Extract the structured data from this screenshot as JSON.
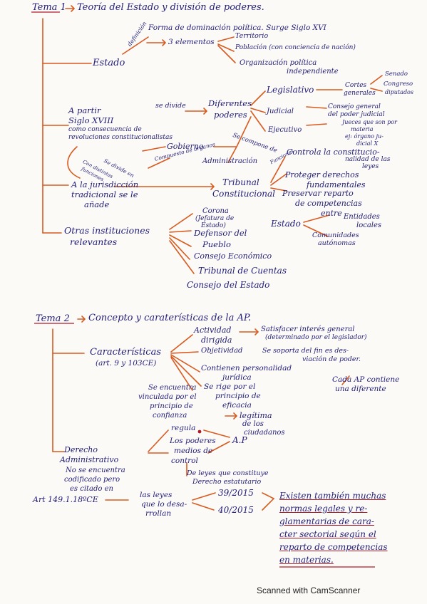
{
  "tema1": {
    "heading": "Tema 1",
    "title": "Teoría del Estado y división de poderes.",
    "estado": {
      "label": "Estado",
      "definicion": "definición",
      "forma": "Forma de dominación política. Surge Siglo XVI",
      "tres_elementos": "3 elementos",
      "territorio": "Territorio",
      "poblacion": "Población (con conciencia de nación)",
      "organizacion_1": "Organización política",
      "organizacion_2": "independiente"
    },
    "siglo": {
      "l1": "A partir",
      "l2": "Siglo XVIII",
      "l3": "como consecuencia de",
      "l4": "revoluciones constitucionalistas",
      "se_divide": "se divide",
      "diferentes_1": "Diferentes",
      "diferentes_2": "poderes"
    },
    "poderes": {
      "legislativo": "Legislativo",
      "judicial": "Judicial",
      "ejecutivo": "Ejecutivo",
      "cortes_1": "Cortes",
      "cortes_2": "generales",
      "senado": "Senado",
      "congreso": "Congreso",
      "diputados": "diputados",
      "consejo_1": "Consejo general",
      "consejo_2": "del poder judicial",
      "jueces_1": "Jueces que son por",
      "jueces_2": "materia",
      "jueces_3": "ej: órgano ju-",
      "jueces_4": "dicial X"
    },
    "gobierno": {
      "se_compone": "Se compone de",
      "gobierno": "Gobierno",
      "administracion": "Administración",
      "compuesto": "Compuesto de órganos",
      "se_divide_en": "Se divide en",
      "con_1": "Con distintas",
      "con_2": "funciones"
    },
    "jurisdiccion": {
      "l1": "A la jurisdicción",
      "l2": "tradicional se le",
      "l3": "añade",
      "tribunal_1": "Tribunal",
      "tribunal_2": "Constitucional",
      "funciones": "Funciones",
      "controla_1": "Controla la constitucio-",
      "controla_2": "nalidad de las",
      "controla_3": "leyes",
      "protege_1": "Proteger derechos",
      "protege_2": "fundamentales",
      "preservar_1": "Preservar reparto",
      "preservar_2": "de competencias",
      "preservar_3": "entre",
      "estado": "Estado",
      "entidades_1": "Entidades",
      "entidades_2": "locales",
      "comunidades_1": "Comunidades",
      "comunidades_2": "autónomas"
    },
    "otras": {
      "l1": "Otras instituciones",
      "l2": "relevantes",
      "corona_1": "Corona",
      "corona_2": "(Jefatura de",
      "corona_3": "Estado)",
      "defensor_1": "Defensor del",
      "defensor_2": "Pueblo",
      "consejo_economico": "Consejo Económico",
      "tribunal_cuentas": "Tribunal de Cuentas",
      "consejo_estado": "Consejo del Estado"
    }
  },
  "tema2": {
    "heading": "Tema 2",
    "title": "Concepto y caraterísticas de la AP.",
    "caracteristicas": {
      "l1": "Características",
      "l2": "(art. 9 y 103CE)",
      "actividad_1": "Actividad",
      "actividad_2": "dirigida",
      "satisfacer_1": "Satisfacer interés general",
      "satisfacer_2": "(determinado por el legislador)",
      "objetividad": "Objetividad",
      "soporta_1": "Se soporta del fin es des-",
      "soporta_2": "viación de poder.",
      "personalidad_1": "Contienen personalidad",
      "personalidad_2": "jurídica",
      "cada_1": "Cada AP contiene",
      "cada_2": "una diferente",
      "rige_1": "Se rige por el",
      "rige_2": "principio de",
      "rige_3": "eficacia",
      "vinculada_1": "Se encuentra",
      "vinculada_2": "vinculada por el",
      "vinculada_3": "principio de",
      "vinculada_4": "confianza",
      "legitima_1": "legítima",
      "legitima_2": "de los",
      "legitima_3": "ciudadanos"
    },
    "derecho": {
      "l1": "Derecho",
      "l2": "Administrativo",
      "regula": "regula",
      "poderes": "Los poderes",
      "medios_1": "medios de",
      "medios_2": "control",
      "ap": "A.P",
      "no_1": "No se encuentra",
      "no_2": "codificado pero",
      "no_3": "es citado en",
      "de_leyes_1": "De leyes que constituye",
      "de_leyes_2": "Derecho estatutario"
    },
    "art": {
      "label": "Art 149.1.18ºCE",
      "leyes_1": "las leyes",
      "leyes_2": "que lo desa-",
      "leyes_3": "rrollan",
      "ley1": "39/2015",
      "ley2": "40/2015",
      "existen_1": "Existen también muchas",
      "existen_2": "normas legales y re-",
      "existen_3": "glamentarias de cara-",
      "existen_4": "cter sectorial según el",
      "existen_5": "reparto de competencias",
      "existen_6": "en materias."
    }
  },
  "footer": "Scanned with CamScanner",
  "colors": {
    "ink_blue": "#24207a",
    "ink_orange": "#d85a1f",
    "underline_red": "#b2182b"
  }
}
